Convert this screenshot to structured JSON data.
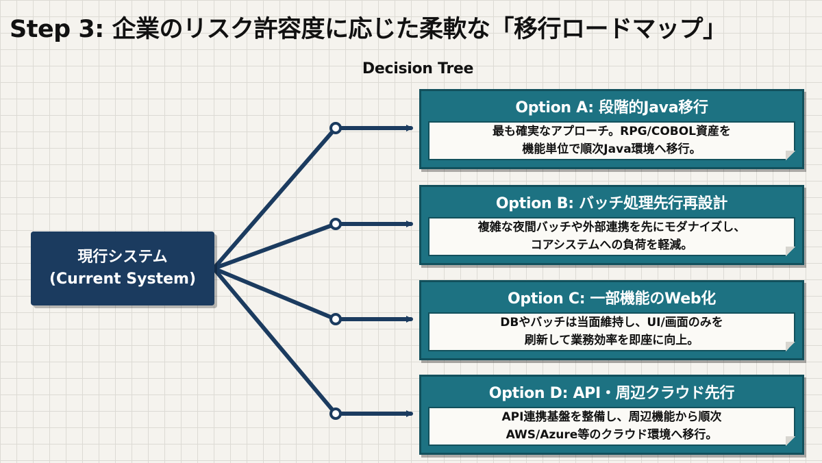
{
  "title": "Step 3: 企業のリスク許容度に応じた柔軟な「移行ロードマップ」",
  "subtitle": "Decision Tree",
  "root": {
    "line1": "現行システム",
    "line2": "(Current System)"
  },
  "options": [
    {
      "title": "Option A: 段階的Java移行",
      "line1": "最も確実なアプローチ。RPG/COBOL資産を",
      "line2": "機能単位で順次Java環境へ移行。"
    },
    {
      "title": "Option B: バッチ処理先行再設計",
      "line1": "複雑な夜間バッチや外部連携を先にモダナイズし、",
      "line2": "コアシステムへの負荷を軽減。"
    },
    {
      "title": "Option C: 一部機能のWeb化",
      "line1": "DBやバッチは当面維持し、UI/画面のみを",
      "line2": "刷新して業務効率を即座に向上。"
    },
    {
      "title": "Option D: API・周辺クラウド先行",
      "line1": "API連携基盤を整備し、周辺機能から順次",
      "line2": "AWS/Azure等のクラウド環境へ移行。"
    }
  ],
  "colors": {
    "navy": "#1b3b5f",
    "teal": "#1d7282",
    "paper": "#f5f3ee"
  }
}
